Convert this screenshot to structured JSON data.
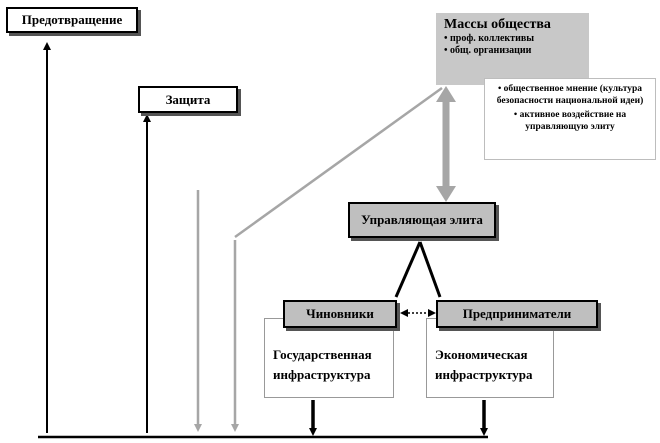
{
  "boxes": {
    "prevention": "Предотвращение",
    "protection": "Защита",
    "masses_title": "Массы общества",
    "masses_items": [
      "проф. коллективы",
      "общ. организации"
    ],
    "opinion_items": [
      "общественное мнение (культура безопасности национальной идеи)",
      "активное воздействие на управляющую элиту"
    ],
    "elite": "Управляющая элита",
    "officials": "Чиновники",
    "entrepreneurs": "Предприниматели",
    "state_infra": "Государственная инфраструктура",
    "economic_infra": "Экономическая инфраструктура"
  },
  "colors": {
    "black": "#000000",
    "grey_arrow": "#a6a6a6",
    "box_grey": "#bfbfbf"
  }
}
